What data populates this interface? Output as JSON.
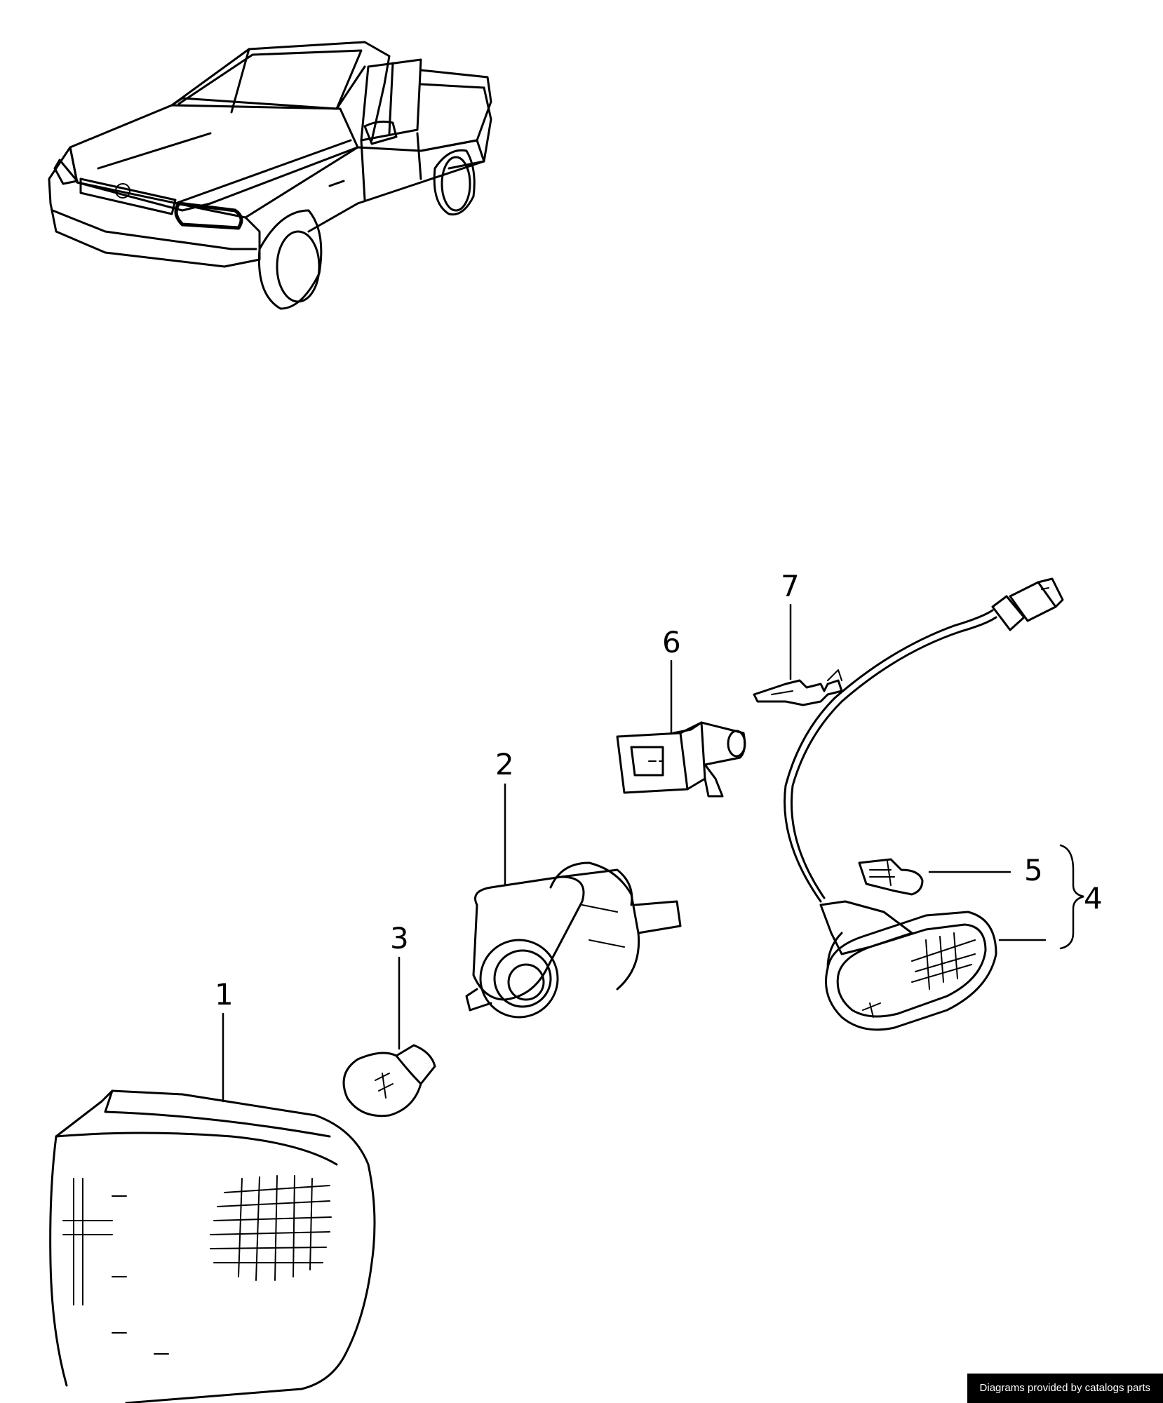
{
  "diagram": {
    "illustration": "pickup-truck-icon",
    "callouts": [
      {
        "id": "1",
        "label": "1"
      },
      {
        "id": "2",
        "label": "2"
      },
      {
        "id": "3",
        "label": "3"
      },
      {
        "id": "4",
        "label": "4"
      },
      {
        "id": "5",
        "label": "5"
      },
      {
        "id": "6",
        "label": "6"
      },
      {
        "id": "7",
        "label": "7"
      }
    ]
  },
  "footer": {
    "attribution": "Diagrams provided by catalogs parts"
  }
}
